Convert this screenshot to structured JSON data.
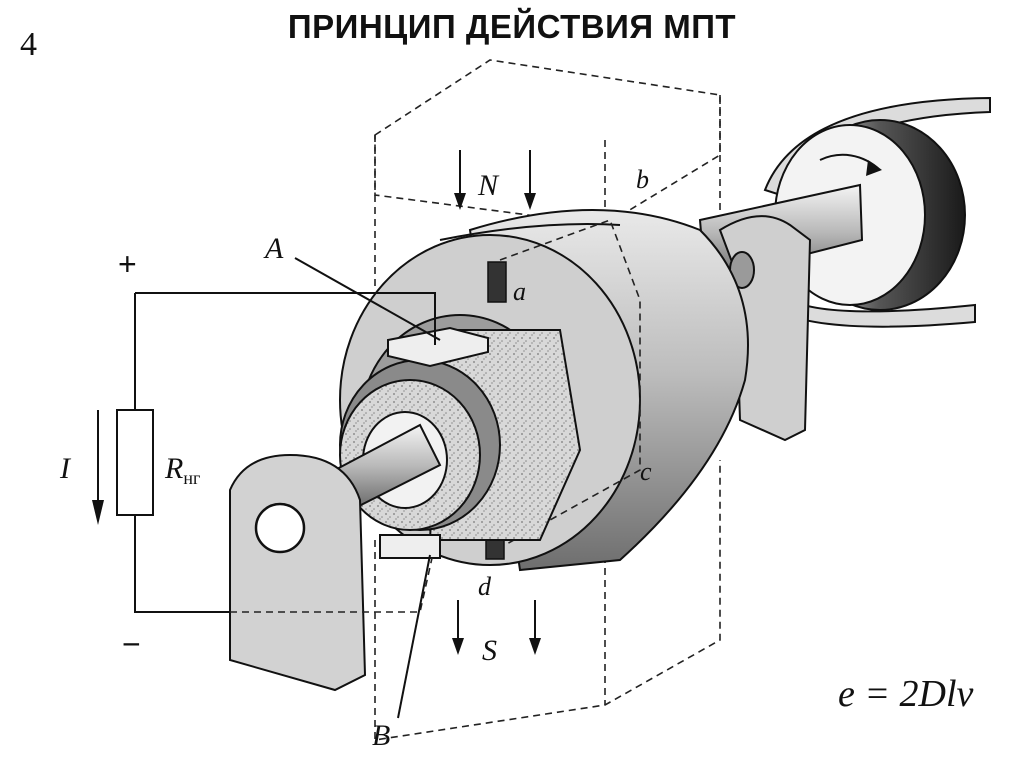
{
  "slide": {
    "number": "4",
    "title": "ПРИНЦИП ДЕЙСТВИЯ МПТ",
    "formula": "e = 2Dlv"
  },
  "diagram": {
    "labels": {
      "brush_a": "A",
      "brush_b": "B",
      "point_a": "a",
      "point_b": "b",
      "point_c": "c",
      "point_d": "d",
      "pole_north": "N",
      "pole_south": "S",
      "current": "I",
      "resistor_main": "R",
      "resistor_sub": "нг",
      "plus": "+",
      "minus": "−"
    }
  }
}
